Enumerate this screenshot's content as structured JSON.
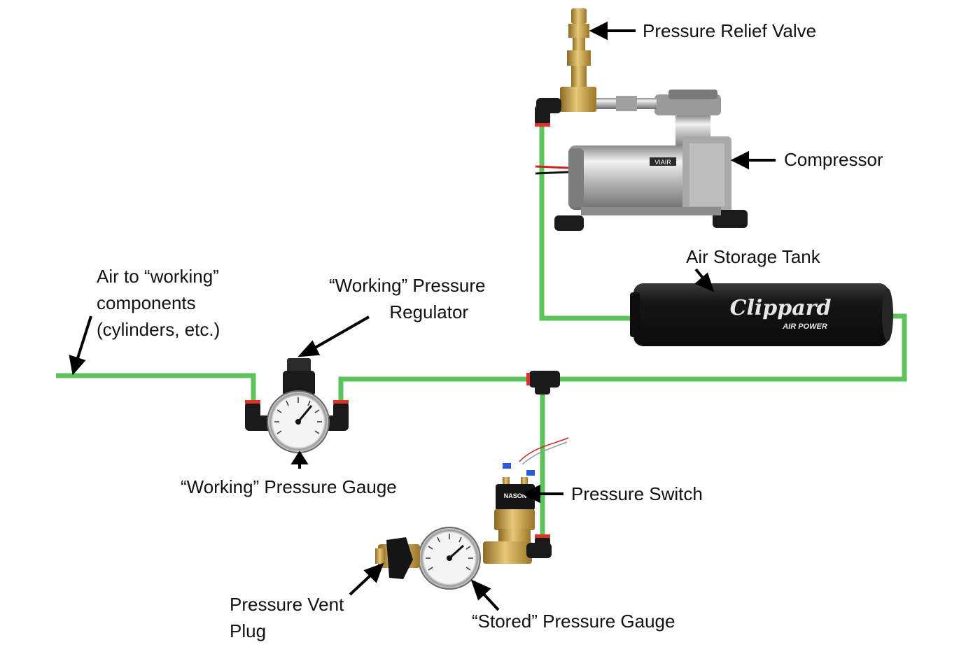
{
  "colors": {
    "tubing": "#5cc45a",
    "fitting": "#1a1a1a",
    "brass": "#c9a24a",
    "chrome": "#c8c8c8",
    "tank": "#1e1e1e",
    "fitting_ring": "#e0302a",
    "arrow": "#000000"
  },
  "labels": {
    "relief_valve": "Pressure Relief Valve",
    "compressor": "Compressor",
    "air_tank": "Air Storage Tank",
    "air_to_working": [
      "Air to “working”",
      "components",
      "(cylinders, etc.)"
    ],
    "working_regulator": [
      "“Working” Pressure",
      "Regulator"
    ],
    "working_gauge": "“Working” Pressure Gauge",
    "pressure_switch": "Pressure Switch",
    "vent_plug": [
      "Pressure Vent",
      "Plug"
    ],
    "stored_gauge": "“Stored” Pressure Gauge"
  },
  "product_text": {
    "compressor_brand": "VIAIR",
    "tank_brand": "Clippard",
    "tank_sub": "AIR POWER",
    "switch_brand": "NASON"
  },
  "icons": [
    "compressor-icon",
    "air-tank-icon",
    "regulator-icon",
    "pressure-gauge-icon",
    "pressure-switch-icon",
    "relief-valve-icon",
    "vent-plug-icon"
  ]
}
